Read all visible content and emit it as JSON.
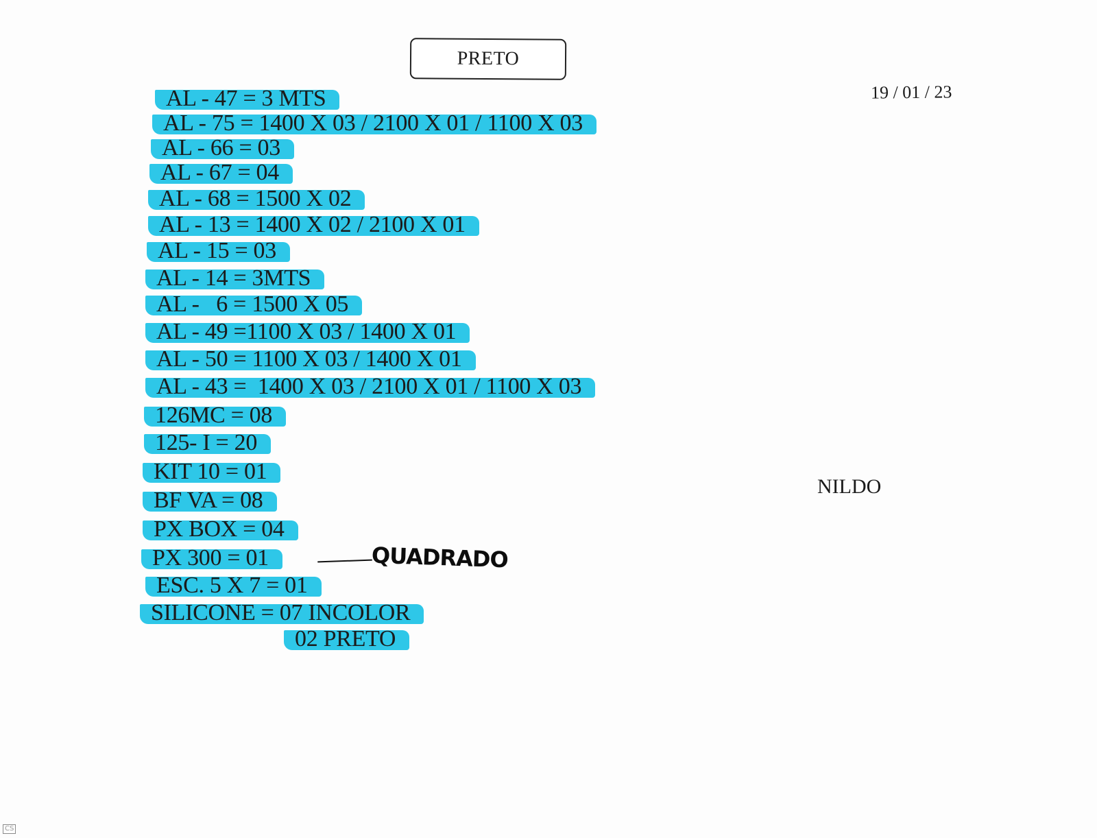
{
  "header": {
    "title": "PRETO",
    "date": "19 / 01 / 23"
  },
  "customer": {
    "name": "NILDO"
  },
  "items": [
    "AL - 47 = 3 MTS",
    "AL - 75 = 1400 X 03 / 2100 X 01 / 1100 X 03",
    "AL - 66 = 03",
    "AL - 67 = 04",
    "AL - 68 = 1500 X 02",
    "AL - 13 = 1400 X 02 / 2100 X 01",
    "AL - 15 = 03",
    "AL - 14 = 3MTS",
    "AL -   6 = 1500 X 05",
    "AL - 49 =1100 X 03 / 1400 X 01",
    "AL - 50 = 1100 X 03 / 1400 X 01",
    "AL - 43 =  1400 X 03 / 2100 X 01 / 1100 X 03",
    "126MC = 08",
    "125- I = 20",
    "KIT 10 = 01",
    "BF VA = 08",
    "PX BOX = 04",
    "PX 300 = 01",
    "ESC. 5 X 7 = 01",
    "SILICONE = 07 INCOLOR",
    "02 PRETO"
  ],
  "handwritten_note": "QUADRADO",
  "scanner_badge": "CS",
  "colors": {
    "highlighter": "#2ec7e8",
    "ink": "#1b1b1b",
    "paper": "#fdfdfd"
  }
}
